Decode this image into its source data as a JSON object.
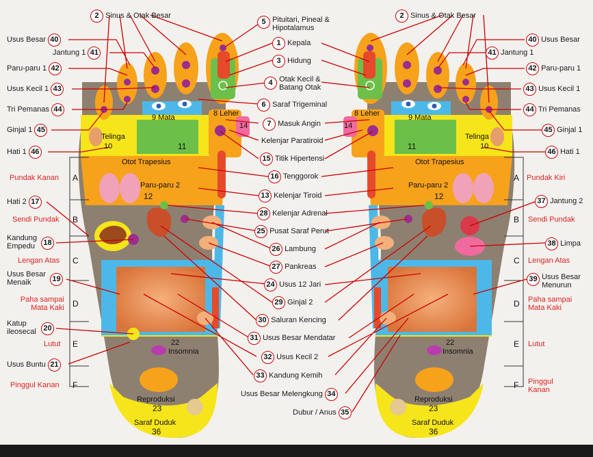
{
  "zones_left": [
    "A",
    "B",
    "C",
    "D",
    "E",
    "F"
  ],
  "zones_right": [
    "A",
    "B",
    "C",
    "D",
    "E",
    "F"
  ],
  "left_labels": {
    "pundak_kanan": "Pundak Kanan",
    "sendi_pundak": "Sendi Pundak",
    "lengan_atas": "Lengan Atas",
    "paha": "Paha sampai Mata Kaki",
    "lutut": "Lutut",
    "pinggul_kanan": "Pinggul Kanan"
  },
  "right_labels": {
    "pundak_kiri": "Pundak Kiri",
    "sendi_pundak": "Sendi Pundak",
    "lengan_atas": "Lengan Atas",
    "paha": "Paha sampai Mata Kaki",
    "lutut": "Lutut",
    "pinggul_kanan": "Pinggul Kanan"
  },
  "numbered_left": [
    {
      "n": "2",
      "t": "Sinus & Otak Besar"
    },
    {
      "n": "40",
      "t": "Usus Besar"
    },
    {
      "n": "41",
      "t": "Jantung 1"
    },
    {
      "n": "42",
      "t": "Paru-paru 1"
    },
    {
      "n": "43",
      "t": "Usus Kecil 1"
    },
    {
      "n": "44",
      "t": "Tri Pemanas"
    },
    {
      "n": "45",
      "t": "Ginjal 1"
    },
    {
      "n": "46",
      "t": "Hati 1"
    },
    {
      "n": "17",
      "t": "Hati 2"
    },
    {
      "n": "18",
      "t": "Kandung Empedu"
    },
    {
      "n": "19",
      "t": "Usus Besar Menaik"
    },
    {
      "n": "20",
      "t": "Katup ileosecal"
    },
    {
      "n": "21",
      "t": "Usus Buntu"
    }
  ],
  "numbered_right": [
    {
      "n": "2",
      "t": "Sinus & Otak Besar"
    },
    {
      "n": "40",
      "t": "Usus Besar"
    },
    {
      "n": "41",
      "t": "Jantung 1"
    },
    {
      "n": "42",
      "t": "Paru-paru 1"
    },
    {
      "n": "43",
      "t": "Usus Kecil 1"
    },
    {
      "n": "44",
      "t": "Tri Pemanas"
    },
    {
      "n": "45",
      "t": "Ginjal 1"
    },
    {
      "n": "46",
      "t": "Hati 1"
    },
    {
      "n": "37",
      "t": "Jantung 2"
    },
    {
      "n": "38",
      "t": "Limpa"
    },
    {
      "n": "39",
      "t": "Usus Besar Menurun"
    }
  ],
  "numbered_center": [
    {
      "n": "5",
      "t": "Pituitari, Pineal & Hipotalamus"
    },
    {
      "n": "1",
      "t": "Kepala"
    },
    {
      "n": "3",
      "t": "Hidung"
    },
    {
      "n": "4",
      "t": "Otak Kecil & Batang Otak"
    },
    {
      "n": "6",
      "t": "Saraf Trigeminal"
    },
    {
      "n": "7",
      "t": "Masuk Angin"
    },
    {
      "n": "",
      "t": "Kelenjar Paratiroid"
    },
    {
      "n": "15",
      "t": "Titik Hipertensi"
    },
    {
      "n": "16",
      "t": "Tenggorok"
    },
    {
      "n": "13",
      "t": "Kelenjar Tiroid"
    },
    {
      "n": "28",
      "t": "Kelenjar Adrenal"
    },
    {
      "n": "25",
      "t": "Pusat Saraf Perut"
    },
    {
      "n": "26",
      "t": "Lambung"
    },
    {
      "n": "27",
      "t": "Pankreas"
    },
    {
      "n": "24",
      "t": "Usus 12 Jari"
    },
    {
      "n": "29",
      "t": "Ginjal 2"
    },
    {
      "n": "30",
      "t": "Saluran Kencing"
    },
    {
      "n": "31",
      "t": "Usus Besar Mendatar"
    },
    {
      "n": "32",
      "t": "Usus Kecil 2"
    },
    {
      "n": "33",
      "t": "Kandung Kemih"
    },
    {
      "n": "34",
      "t": "Usus Besar Melengkung"
    },
    {
      "n": "35",
      "t": "Dubur / Anus"
    }
  ],
  "foot_zones": {
    "mata": "9 Mata",
    "leher": "8 Leher",
    "n14": "14",
    "telinga": "Telinga",
    "n10": "10",
    "n11": "11",
    "otot_trapesius": "Otot Trapesius",
    "paru_paru_2": "Paru-paru 2",
    "n12": "12",
    "insomnia_num": "22",
    "insomnia": "Insomnia",
    "reproduksi": "Reproduksi",
    "n23": "23",
    "saraf_duduk": "Saraf Duduk",
    "n36": "36"
  },
  "colors": {
    "red_label": "#d22222",
    "circle": "#cc0000",
    "orange": "#f7a21b",
    "yellow": "#f6e51a",
    "blue": "#4cb8e8",
    "green": "#6cc04a",
    "purple": "#9b2d8e"
  }
}
